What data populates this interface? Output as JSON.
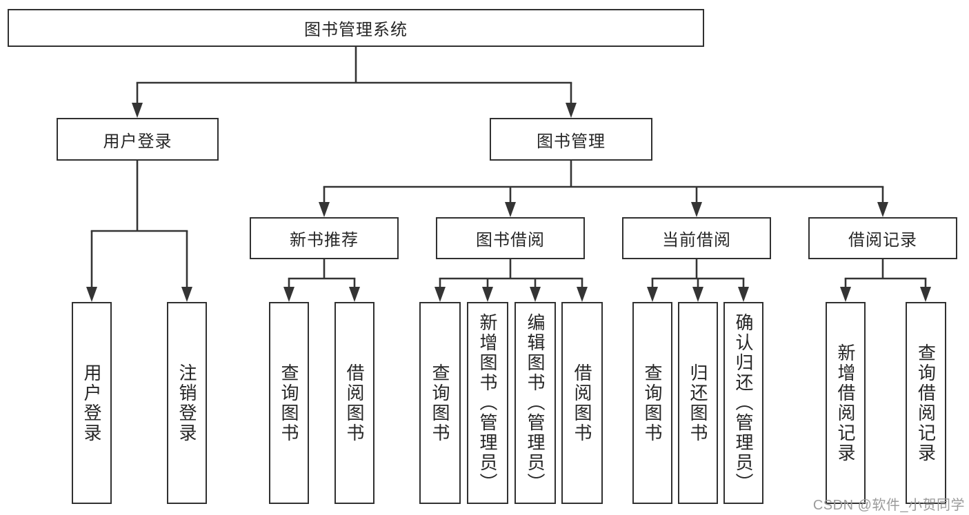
{
  "diagram": {
    "root": "图书管理系统",
    "branches": {
      "user_login": "用户登录",
      "book_management": "图书管理"
    },
    "modules": {
      "new_book": "新书推荐",
      "book_borrow": "图书借阅",
      "current_borrow": "当前借阅",
      "borrow_record": "借阅记录"
    },
    "leaves": {
      "user_login": [
        "用户登录",
        "注销登录"
      ],
      "new_book": [
        "查询图书",
        "借阅图书"
      ],
      "book_borrow": [
        "查询图书",
        "新增图书（管理员）",
        "编辑图书（管理员）",
        "借阅图书"
      ],
      "current_borrow": [
        "查询图书",
        "归还图书",
        "确认归还（管理员）"
      ],
      "borrow_record": [
        "新增借阅记录",
        "查询借阅记录"
      ]
    }
  },
  "watermark": {
    "text": "CSDN @软件_小贺同学",
    "color": "#9b9b9b"
  },
  "colors": {
    "line": "#343434",
    "border": "#303030",
    "text": "#262626",
    "background": "#ffffff"
  }
}
